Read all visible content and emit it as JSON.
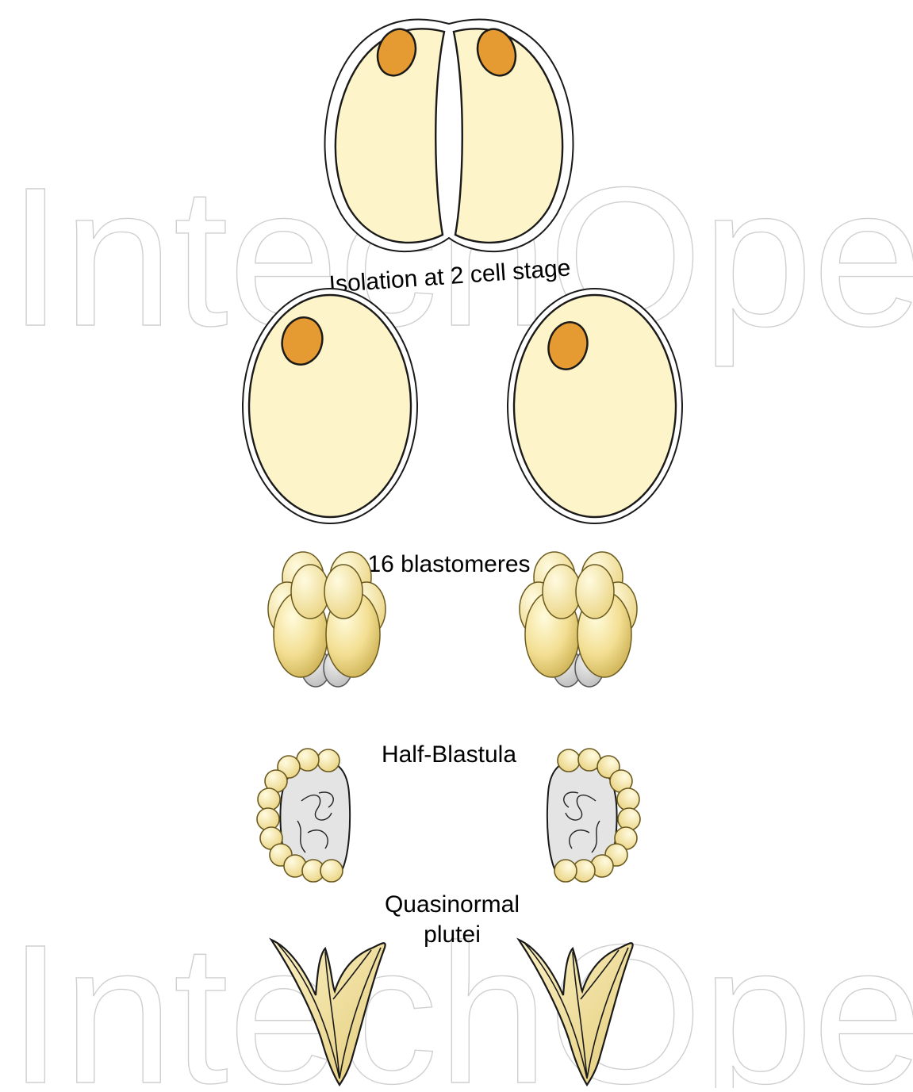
{
  "watermark": {
    "text": "IntechOpen"
  },
  "labels": {
    "isolation": "Isolation at 2 cell stage",
    "blastomeres": "16 blastomeres",
    "half_blastula": "Half-Blastula",
    "plutei_line1": "Quasinormal",
    "plutei_line2": "plutei"
  },
  "colors": {
    "cytoplasm": "#fdf5c9",
    "nucleus": "#e69a32",
    "blastomere_light": "#fbf0b3",
    "blastomere_dark": "#cfb658",
    "micromere": "#cfcfcf",
    "blastocoel": "#e4e4e4",
    "pluteus": "#f2e2a0",
    "outline": "#1a1a1a"
  }
}
